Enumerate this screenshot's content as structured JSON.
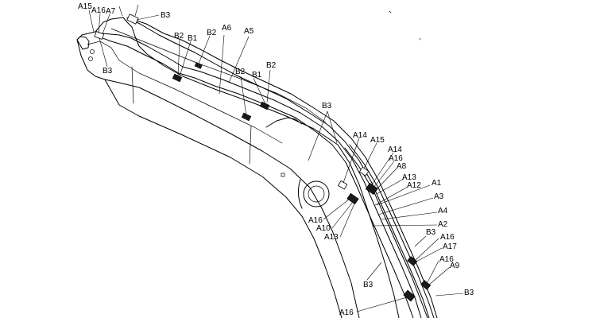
{
  "labels": [
    {
      "id": "l1",
      "text": "A15"
    },
    {
      "id": "l2",
      "text": "A16"
    },
    {
      "id": "l3",
      "text": "A7"
    },
    {
      "id": "l4",
      "text": "B3"
    },
    {
      "id": "l5",
      "text": "B3"
    },
    {
      "id": "l6",
      "text": "B2"
    },
    {
      "id": "l7",
      "text": "B1"
    },
    {
      "id": "l8",
      "text": "B2"
    },
    {
      "id": "l9",
      "text": "A6"
    },
    {
      "id": "l10",
      "text": "A5"
    },
    {
      "id": "l11",
      "text": "B2"
    },
    {
      "id": "l12",
      "text": "B2"
    },
    {
      "id": "l13",
      "text": "B1"
    },
    {
      "id": "l14",
      "text": "B3"
    },
    {
      "id": "l15",
      "text": "A14"
    },
    {
      "id": "l16",
      "text": "A15"
    },
    {
      "id": "l17",
      "text": "A14"
    },
    {
      "id": "l18",
      "text": "A16"
    },
    {
      "id": "l19",
      "text": "A8"
    },
    {
      "id": "l20",
      "text": "A13"
    },
    {
      "id": "l21",
      "text": "A12"
    },
    {
      "id": "l22",
      "text": "A1"
    },
    {
      "id": "l23",
      "text": "A3"
    },
    {
      "id": "l24",
      "text": "A4"
    },
    {
      "id": "l25",
      "text": "A2"
    },
    {
      "id": "l26",
      "text": "B3"
    },
    {
      "id": "l27",
      "text": "A16"
    },
    {
      "id": "l28",
      "text": "A17"
    },
    {
      "id": "l29",
      "text": "A16"
    },
    {
      "id": "l30",
      "text": "A9"
    },
    {
      "id": "l31",
      "text": "B3"
    },
    {
      "id": "l32",
      "text": "A16"
    },
    {
      "id": "l33",
      "text": "A10"
    },
    {
      "id": "l34",
      "text": "A13"
    },
    {
      "id": "l35",
      "text": "B3"
    },
    {
      "id": "l36",
      "text": "A16"
    }
  ]
}
